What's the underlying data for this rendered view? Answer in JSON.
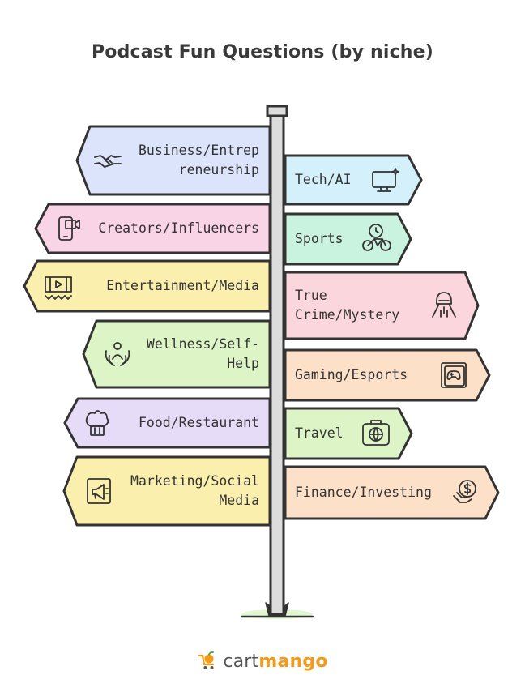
{
  "title": "Podcast Fun Questions (by niche)",
  "colors": {
    "blue": "#dbe4fb",
    "pink": "#f9d3e6",
    "yellow": "#fbefae",
    "green": "#ddf5c6",
    "purple": "#e6dcf7",
    "cyan": "#d4f0fb",
    "mint": "#c9f3df",
    "rose": "#fbd7dd",
    "peach": "#fde0c8",
    "outline": "#333333",
    "pole": "#dcdcdc"
  },
  "left_signs": [
    {
      "label": "Business/Entrep reneurship",
      "icon": "handshake-icon",
      "color": "blue"
    },
    {
      "label": "Creators/Influencers",
      "icon": "phone-video-icon",
      "color": "pink"
    },
    {
      "label": "Entertainment/Media",
      "icon": "film-reel-icon",
      "color": "yellow"
    },
    {
      "label": "Wellness/Self-Help",
      "icon": "meditation-icon",
      "color": "green"
    },
    {
      "label": "Food/Restaurant",
      "icon": "chef-hat-icon",
      "color": "purple"
    },
    {
      "label": "Marketing/Social Media",
      "icon": "megaphone-icon",
      "color": "yellow"
    }
  ],
  "right_signs": [
    {
      "label": "Tech/AI",
      "icon": "monitor-sparkle-icon",
      "color": "cyan"
    },
    {
      "label": "Sports",
      "icon": "bike-clock-icon",
      "color": "mint"
    },
    {
      "label": "True Crime/Mystery",
      "icon": "hooded-figure-icon",
      "color": "rose"
    },
    {
      "label": "Gaming/Esports",
      "icon": "gamepad-icon",
      "color": "peach"
    },
    {
      "label": "Travel",
      "icon": "suitcase-globe-icon",
      "color": "green"
    },
    {
      "label": "Finance/Investing",
      "icon": "money-hand-icon",
      "color": "peach"
    }
  ],
  "logo": {
    "part1": "cart",
    "part2": "mango",
    "icon": "mango-cart-icon"
  }
}
